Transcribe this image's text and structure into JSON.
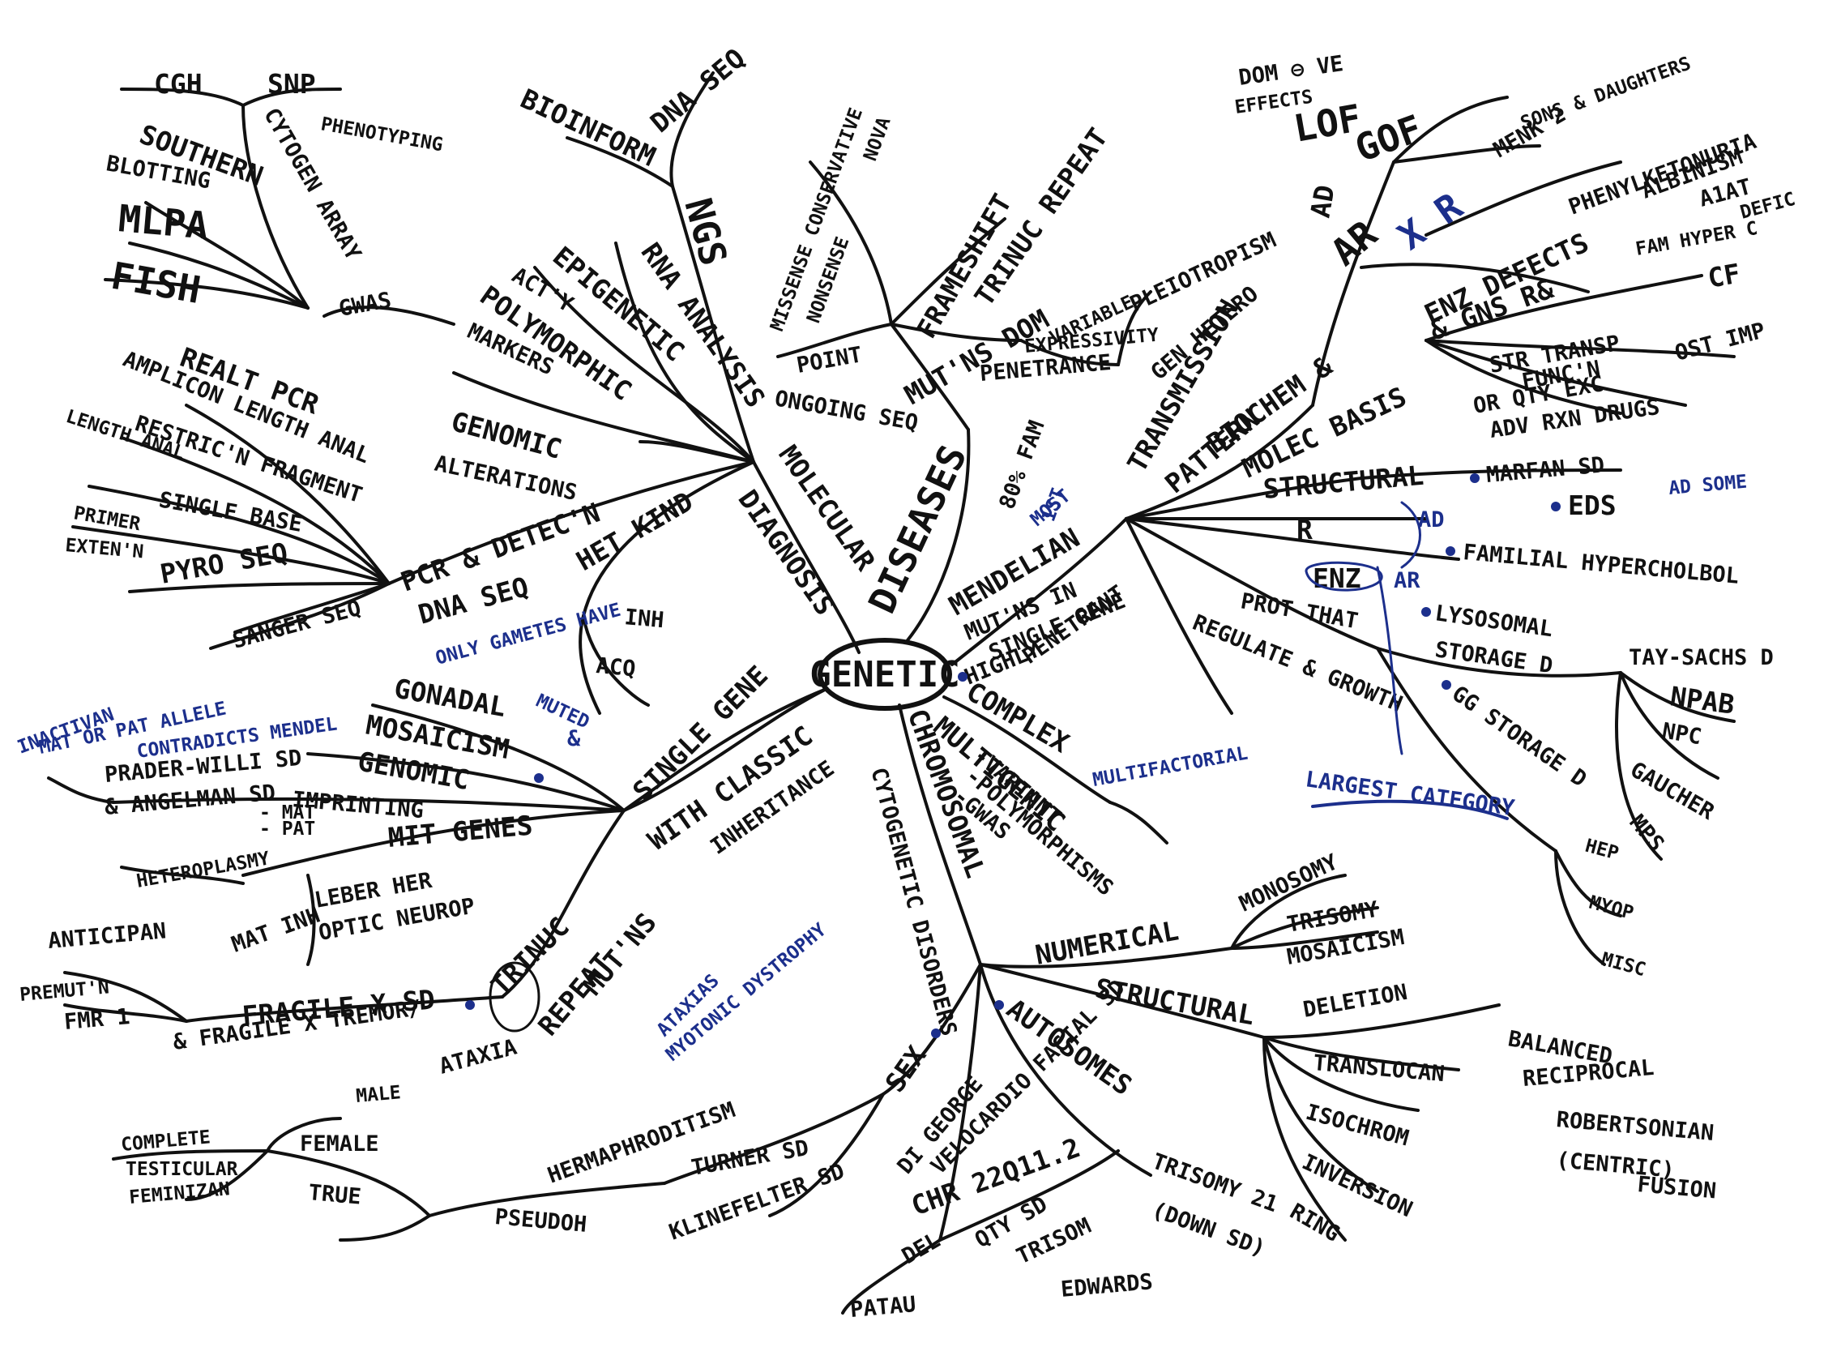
{
  "center": "GENETIC",
  "diseases": {
    "label": "DISEASES",
    "mendelian": {
      "label": "MENDELIAN",
      "note1": "MUT'NS IN",
      "note2": "SINGLE GENE",
      "note3": "HIGHLY",
      "note4": "PENETRANT",
      "most": "MOST",
      "transmission": "TRANSMISSION",
      "pattern": "PATTERN",
      "ad": "AD",
      "ar": "AR",
      "xr": "X R",
      "lof": "LOF",
      "gof": "GOF",
      "dom_neg": "DOM ⊖ VE",
      "effects": "EFFECTS",
      "menk": "MENK 2",
      "sons": "SONS & DAUGHTERS",
      "biochem": "BIOCHEM &",
      "molec": "MOLEC BASIS",
      "enz_defects": "ENZ DEFECTS",
      "phenylketonuria": "PHENYLKETONURIA",
      "albinism": "ALBINISM",
      "a1at": "α1AT",
      "gns": "& GNS R&",
      "fam_hyper": "FAM HYPER C",
      "defic": "DEFIC",
      "str_transp": "STR TRANSP",
      "func": "FUNC'N",
      "cf": "CF",
      "ost_imp": "OST IMP",
      "or_qty": "OR QTY EXC",
      "adv_rxn": "ADV RXN DRUGS",
      "structural": "STRUCTURAL",
      "marfan": "MARFAN SD",
      "eds": "EDS",
      "ad_some": "AD SOME",
      "r": "R",
      "ad2": "AD",
      "familial": "FAMILIAL HYPERCHOLBOL",
      "enz": "ENZ",
      "ar2": "AR",
      "lysosomal": "LYSOSOMAL",
      "storage_d": "STORAGE D",
      "gg_storage": "GG STORAGE D",
      "prot_that": "PROT THAT",
      "regulate": "REGULATE & GROWTH",
      "largest": "LARGEST CATEGORY",
      "tay": "TAY-SACHS D",
      "npab": "NPAB",
      "npc": "NPC",
      "gaucher": "GAUCHER",
      "mps": "MPS",
      "hep": "HEP",
      "myop": "MYOP",
      "misc": "MISC"
    },
    "mutn": {
      "label": "MUT'NS DOM",
      "trinuc": "TRINUC REPEAT",
      "frameshift": "FRAMESHIFT",
      "point": "POINT",
      "missense": "MISSENSE CONSERVATIVE",
      "nonsense": "NONSENSE",
      "nova": "NOVA",
      "pleiotropism": "PLEIOTROPISM",
      "gen_hetero": "GEN HETERO",
      "variable": "VARIABLE",
      "expressivity": "EXPRESSIVITY",
      "penetrance": "PENETRANCE",
      "eighty": "80% FAM",
      "first": "1ST"
    },
    "complex": {
      "label": "COMPLEX",
      "multifactorial": "MULTIFACTORIAL",
      "multigenic": "MULTIGENIC",
      "variant": "-VARIANT",
      "polymorphisms": "-POLYMORPHISMS",
      "gwas": "-GWAS"
    }
  },
  "chromosomal": {
    "label": "CHROMOSOMAL",
    "cytogenetic": "CYTOGENETIC DISORDERS",
    "numerical": "NUMERICAL",
    "monosomy": "MONOSOMY",
    "trisomy": "TRISOMY",
    "mosaicism": "MOSAICISM",
    "structural": "STRUCTURAL",
    "deletion": "DELETION",
    "translocation": "TRANSLOCAN",
    "balanced": "BALANCED",
    "reciprocal": "RECIPROCAL",
    "robertsonian": "ROBERTSONIAN",
    "centric": "(CENTRIC)",
    "fusion": "FUSION",
    "isochrom": "ISOCHROM",
    "inversion": "INVERSION",
    "ring": "RING",
    "autosomes": "AUTOSOMES",
    "trisomy21": "TRISOMY 21",
    "down": "(DOWN SD)",
    "digeorge": "DI GEORGE",
    "velocardio": "VELOCARDIO FACIAL SD",
    "chr": "CHR 22q11.2",
    "del": "DEL",
    "qty": "QTY SD",
    "trisom": "TRISOM",
    "edwards": "EDWARDS",
    "patau": "PATAU",
    "sex": "SEX",
    "turner": "TURNER SD",
    "klinefelter": "KLINEFELTER SD",
    "hermaphroditism": "HERMAPHRODITISM",
    "pseudoh": "PSEUDOH",
    "male": "MALE",
    "female": "FEMALE",
    "true": "TRUE",
    "complete": "COMPLETE",
    "testicular": "TESTICULAR",
    "feminization": "FEMINIZAN"
  },
  "single_gene": {
    "label": "SINGLE GENE",
    "with_classic": "WITH CLASSIC",
    "inheritance": "INHERITANCE",
    "gonadal": "GONADAL",
    "mosaicism": "MOSAICISM",
    "only_gametes": "ONLY GAMETES HAVE",
    "muted": "MUTED",
    "amp": "&",
    "inactivan": "INACTIVAN",
    "mat_pat": "MAT OR PAT ALLELE",
    "contradicts": "CONTRADICTS MENDEL",
    "genomic": "GENOMIC",
    "imprinting": "IMPRINTING",
    "mat": "- MAT",
    "pat": "- PAT",
    "prader": "PRADER-WILLI SD",
    "angelman": "& ANGELMAN SD",
    "mit_genes": "MIT GENES",
    "heteroplasmy": "HETEROPLASMY",
    "mat_inh": "MAT INH",
    "leber": "LEBER HER",
    "optic": "OPTIC NEUROP",
    "trinuc": "TRINUC",
    "repeat": "REPEAT",
    "mutns": "MUT'NS",
    "ataxias": "ATAXIAS",
    "myotonic": "MYOTONIC DYSTROPHY",
    "fragile": "FRAGILE X SD",
    "fragile_tremor": "& FRAGILE X TREMOR/",
    "ataxia": "ATAXIA",
    "anticipan": "ANTICIPAN",
    "premutn": "PREMUT'N",
    "fmr1": "FMR 1"
  },
  "molecular": {
    "label": "MOLECULAR",
    "diagnosis": "DIAGNOSIS",
    "het_kind": "HET KIND",
    "inh": "INH",
    "acq": "ACQ",
    "rna": "RNA ANALYSIS",
    "ngs": "NGS",
    "dna_seq": "DNA SEQ",
    "bioinform": "BIOINFORM",
    "epigenetic": "EPIGENETIC",
    "act": "ACT'Y",
    "polymorphic": "POLYMORPHIC",
    "markers": "MARKERS",
    "gwas": "GWAS",
    "genomic": "GENOMIC",
    "alterations": "ALTERATIONS",
    "dna_seq2": "DNA SEQ",
    "pcr": "PCR & DETEC'N",
    "realt": "REALT PCR",
    "amplicon": "AMPLICON LENGTH ANAL",
    "restriction": "RESTRIC'N FRAGMENT",
    "length": "LENGTH ANAL",
    "single_base": "SINGLE BASE",
    "primer": "PRIMER",
    "exten": "EXTEN'N",
    "pyro": "PYRO SEQ",
    "sanger": "SANGER SEQ",
    "cgh": "CGH",
    "snp": "SNP",
    "phenotyping": "PHENOTYPING",
    "cyto": "CYTOGEN ARRAY",
    "southern": "SOUTHERN",
    "blotting": "BLOTTING",
    "mlpa": "MLPA",
    "fish": "FISH",
    "ongoing": "ONGOING SEQ"
  }
}
